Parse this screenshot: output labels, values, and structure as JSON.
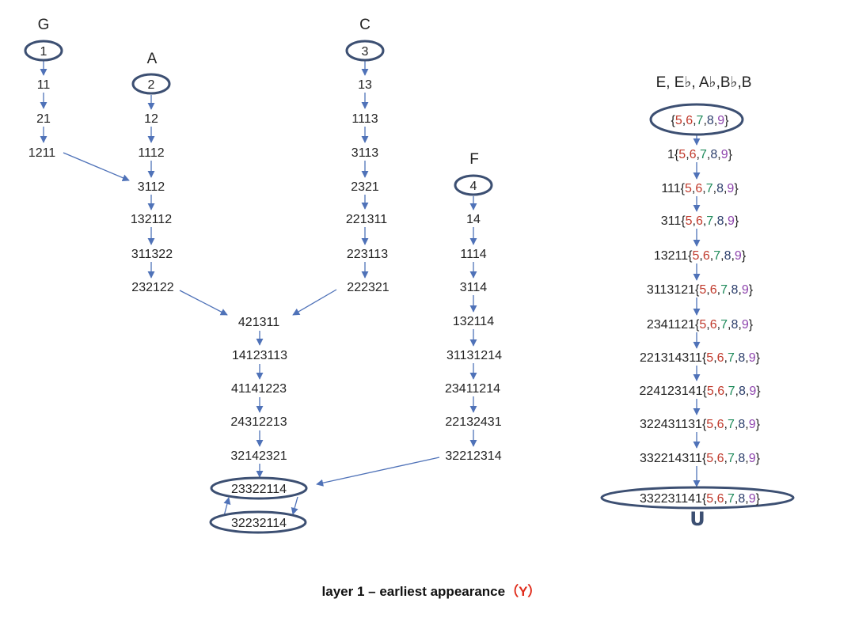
{
  "colors": {
    "arrow": "#4f72b8",
    "ring": "#3c4f72",
    "text": "#222222",
    "d5": "#c0392b",
    "d6": "#c0392b",
    "d7": "#1e8a5a",
    "d8": "#2c3e6b",
    "d9": "#8e44ad",
    "caption_accent": "#e02b1a"
  },
  "columns": {
    "g": {
      "header": "G",
      "nodes": [
        "1",
        "11",
        "21",
        "1211"
      ]
    },
    "a": {
      "header": "A",
      "nodes": [
        "2",
        "12",
        "1112",
        "3112",
        "132112",
        "311322",
        "232122"
      ]
    },
    "c": {
      "header": "C",
      "nodes": [
        "3",
        "13",
        "1113",
        "3113",
        "2321",
        "221311",
        "223113",
        "222321"
      ]
    },
    "f": {
      "header": "F",
      "nodes": [
        "4",
        "14",
        "1114",
        "3114",
        "132114",
        "31131214",
        "23411214",
        "22132431",
        "32212314"
      ]
    },
    "merge": {
      "nodes": [
        "421311",
        "14123113",
        "41141223",
        "24312213",
        "32142321",
        "23322114",
        "32232114"
      ]
    },
    "right": {
      "header": "E, E♭, A♭,B♭,B",
      "set": {
        "open": "{",
        "close": "}",
        "sep": ",",
        "d5": "5",
        "d6": "6",
        "d7": "7",
        "d8": "8",
        "d9": "9"
      },
      "prefixes": [
        "",
        "1",
        "111",
        "311",
        "13211",
        "3113121",
        "2341121",
        "221314311",
        "224123141",
        "322431131",
        "332214311",
        "332231141"
      ],
      "loop_glyph": "U"
    }
  },
  "caption": {
    "prefix": "layer 1 – earliest appearance",
    "accent": "（Y）"
  }
}
